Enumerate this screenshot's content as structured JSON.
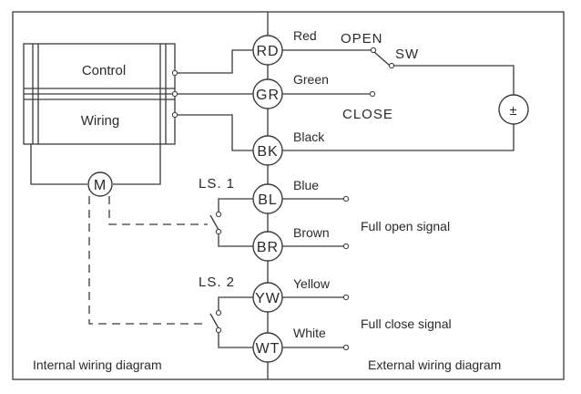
{
  "box": {
    "top_label": "Control",
    "bottom_label": "Wiring"
  },
  "motor": {
    "label": "M"
  },
  "terminals": {
    "rd": "RD",
    "gr": "GR",
    "bk": "BK",
    "bl": "BL",
    "br": "BR",
    "yw": "YW",
    "wt": "WT"
  },
  "wires": {
    "red": "Red",
    "green": "Green",
    "black": "Black",
    "blue": "Blue",
    "brown": "Brown",
    "yellow": "Yellow",
    "white": "White"
  },
  "switch": {
    "open": "OPEN",
    "sw": "SW",
    "close": "CLOSE"
  },
  "supply": {
    "symbol": "±"
  },
  "limit_switches": {
    "ls1": "LS. 1",
    "ls2": "LS. 2"
  },
  "signals": {
    "full_open": "Full open signal",
    "full_close": "Full close signal"
  },
  "captions": {
    "internal": "Internal wiring diagram",
    "external": "External wiring diagram"
  }
}
